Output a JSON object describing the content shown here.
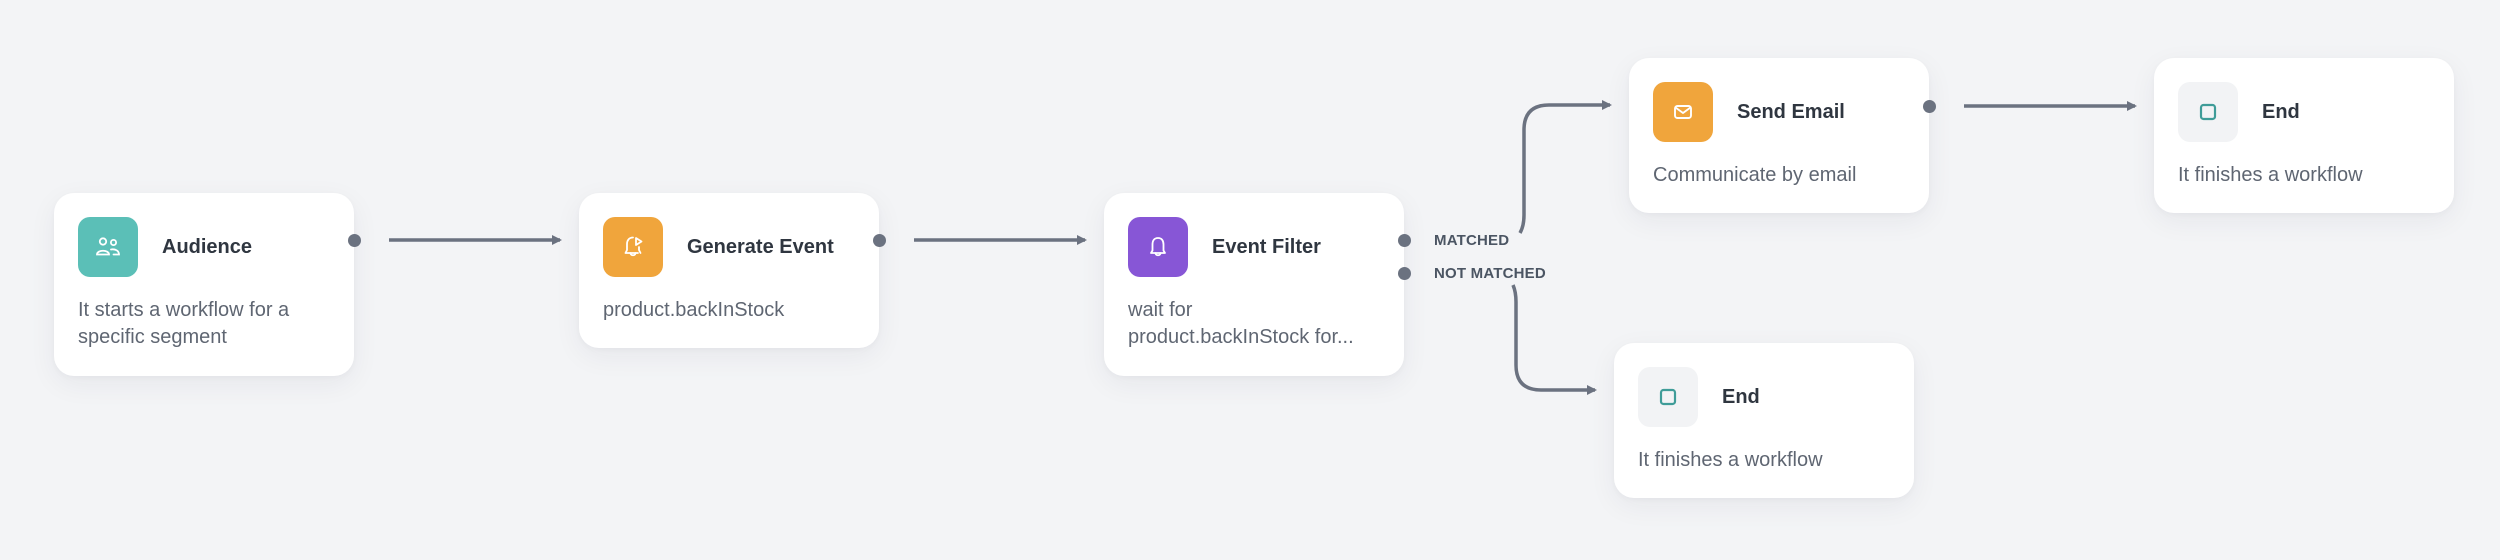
{
  "colors": {
    "background": "#f3f4f6",
    "card": "#ffffff",
    "edge": "#6b7280",
    "title": "#2f3640",
    "description": "#5f6672",
    "audience_icon_bg": "#5bbfb7",
    "orange_icon_bg": "#f0a53c",
    "purple_icon_bg": "#8756d6",
    "end_icon_bg": "#f2f3f5",
    "end_icon_stroke": "#3f9c98"
  },
  "nodes": {
    "audience": {
      "title": "Audience",
      "icon": "users-icon",
      "description_lines": [
        "It starts a workflow for a",
        "specific segment"
      ]
    },
    "generate_event": {
      "title": "Generate Event",
      "icon": "bell-play-icon",
      "description_lines": [
        "product.backInStock"
      ]
    },
    "event_filter": {
      "title": "Event Filter",
      "icon": "bell-icon",
      "description_lines": [
        "wait for",
        "product.backInStock for..."
      ],
      "branches": {
        "matched": "MATCHED",
        "not_matched": "NOT MATCHED"
      }
    },
    "send_email": {
      "title": "Send Email",
      "icon": "envelope-icon",
      "description_lines": [
        "Communicate by email"
      ]
    },
    "end_top": {
      "title": "End",
      "icon": "stop-square-icon",
      "description_lines": [
        "It finishes a workflow"
      ]
    },
    "end_bottom": {
      "title": "End",
      "icon": "stop-square-icon",
      "description_lines": [
        "It finishes a workflow"
      ]
    }
  }
}
